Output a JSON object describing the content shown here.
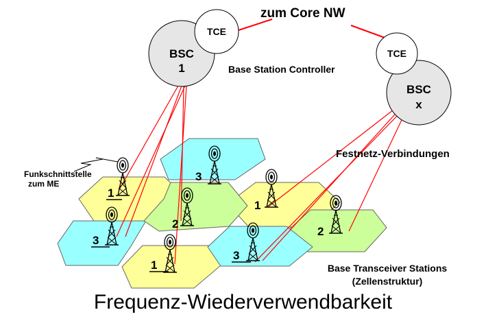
{
  "labels": {
    "core_nw": "zum Core NW",
    "bsc1_name": "BSC",
    "bsc1_num": "1",
    "tce1": "TCE",
    "bscx_name": "BSC",
    "bscx_num": "x",
    "tcex": "TCE",
    "bsc_desc": "Base Station Controller",
    "fixed_links": "Festnetz-Verbindungen",
    "air_if_line1": "Funkschnittstelle",
    "air_if_line2": "zum ME",
    "bts_line1": "Base Transceiver Stations",
    "bts_line2": "(Zellenstruktur)",
    "caption": "Frequenz-Wiederverwendbarkeit"
  },
  "cells": [
    {
      "id": "1",
      "color": "#ffff99",
      "label": "1"
    },
    {
      "id": "3",
      "color": "#99ffff",
      "label": "3"
    },
    {
      "id": "1",
      "color": "#ffff99",
      "label": "1"
    },
    {
      "id": "3",
      "color": "#99ffff",
      "label": "3"
    },
    {
      "id": "2",
      "color": "#ccff99",
      "label": "2"
    },
    {
      "id": "2",
      "color": "#ccff99",
      "label": "2"
    },
    {
      "id": "1",
      "color": "#ffff99",
      "label": "1"
    },
    {
      "id": "3",
      "color": "#99ffff",
      "label": "3"
    }
  ],
  "colors": {
    "freq1": "#ffff99",
    "freq2": "#ccff99",
    "freq3": "#99ffff",
    "link": "#ff0000",
    "bsc_fill": "#e6e6e6",
    "tce_fill": "#ffffff"
  }
}
